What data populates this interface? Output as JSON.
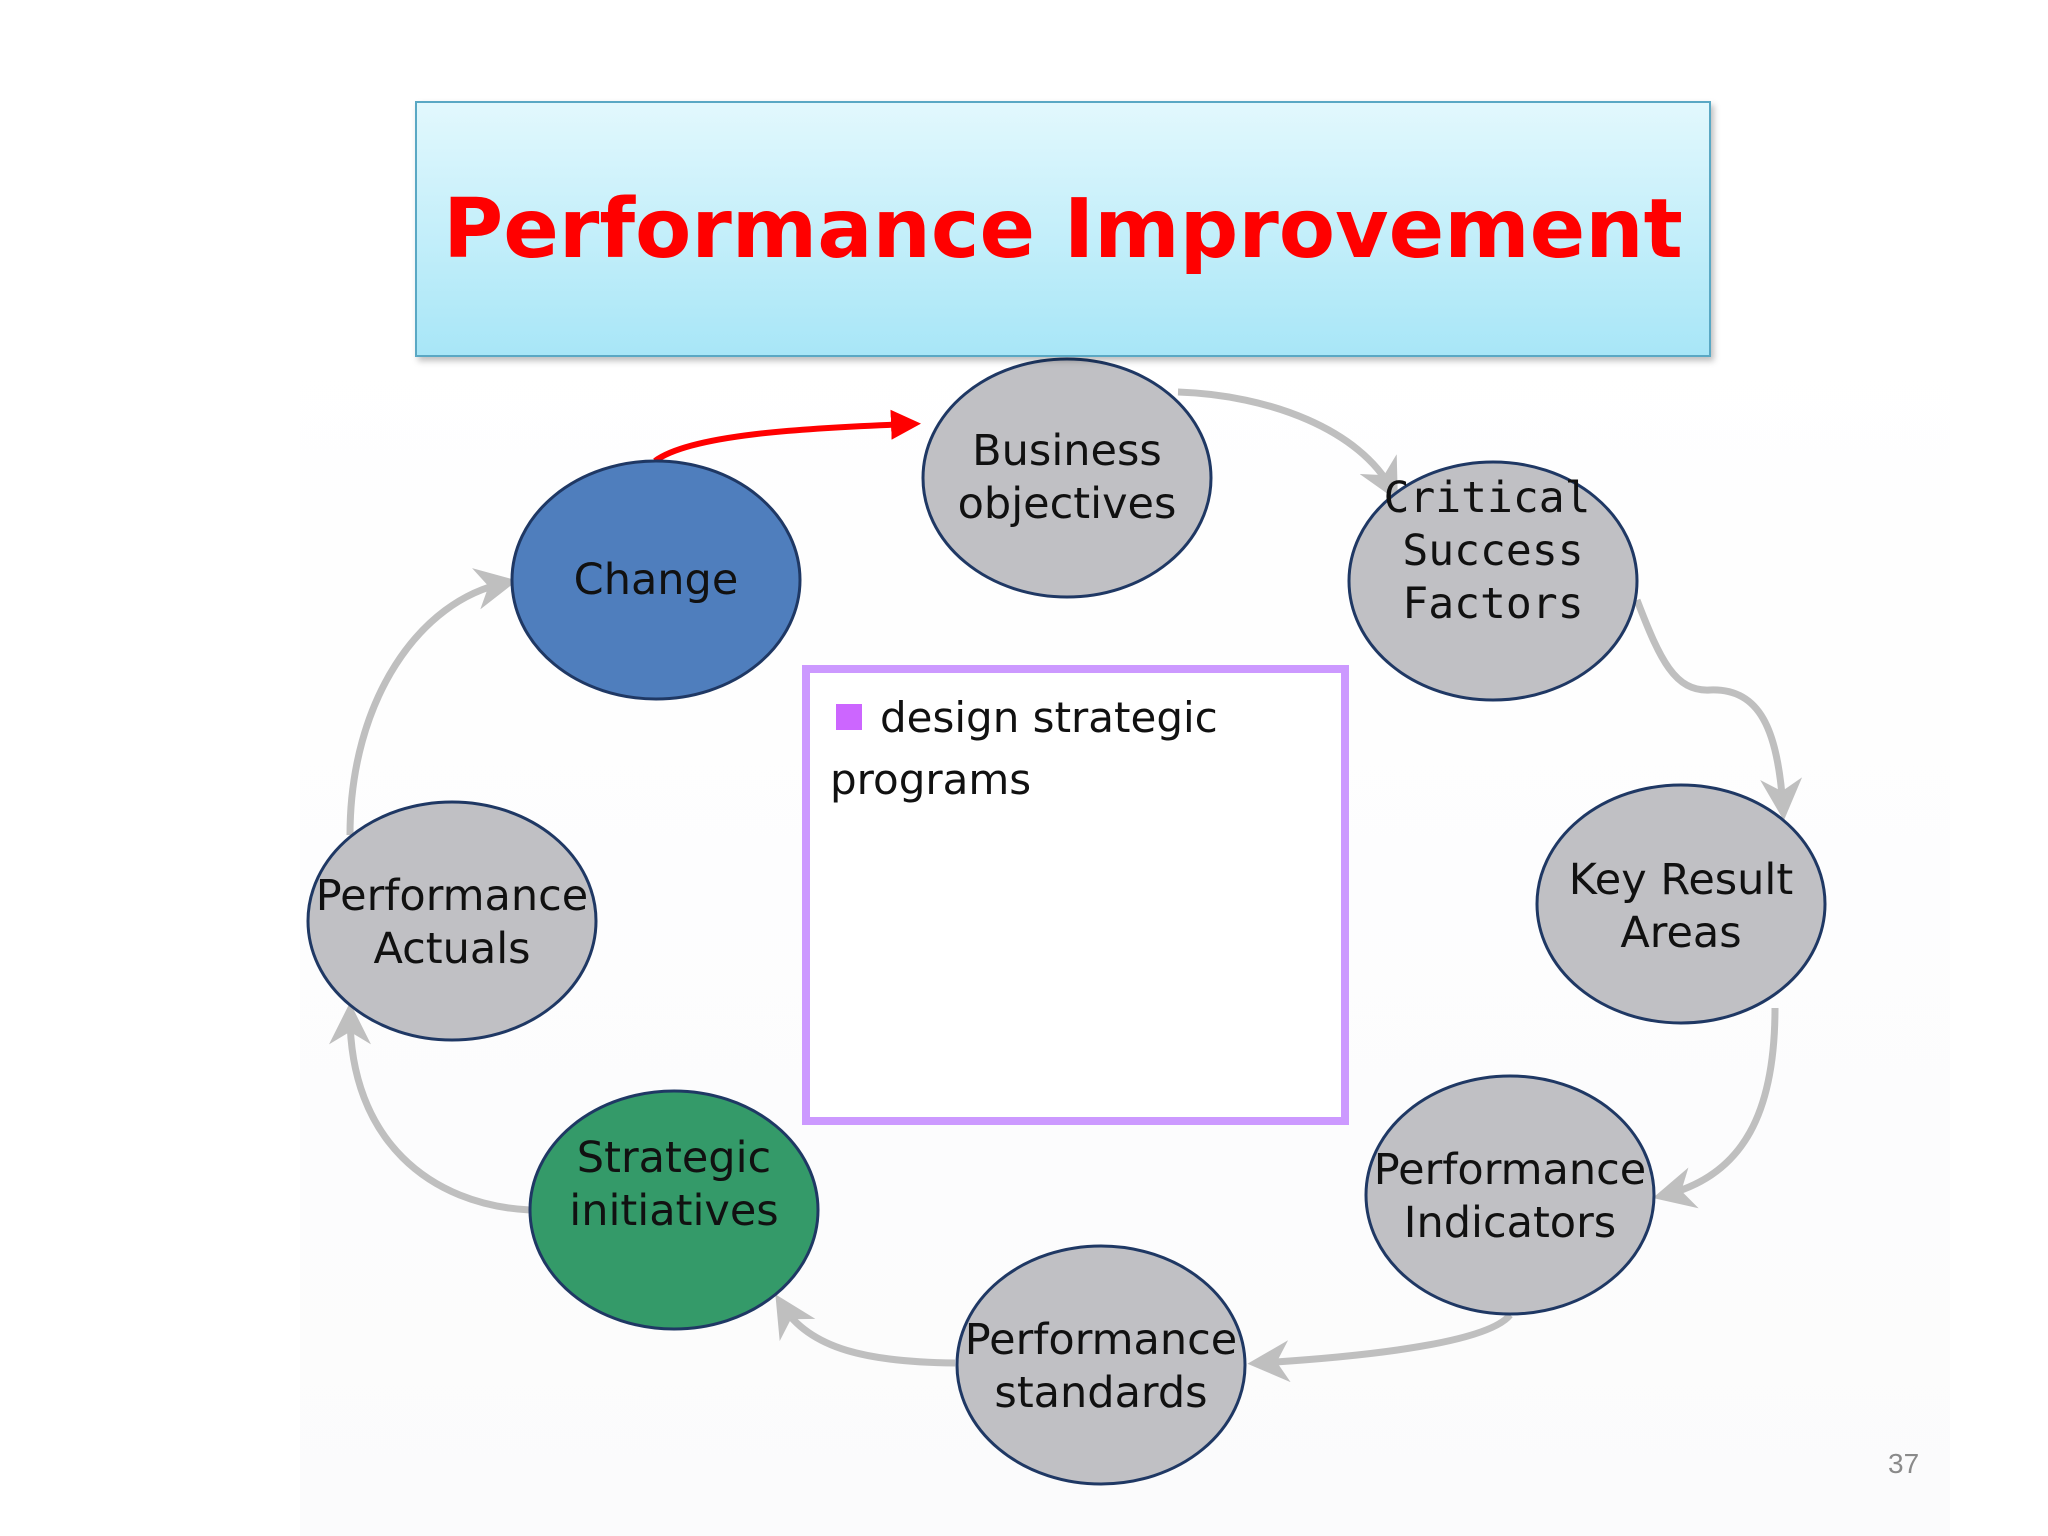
{
  "title": "Performance Improvement",
  "colors": {
    "title_text": "#ff0000",
    "title_box_top": "#e2f8fd",
    "title_box_bottom": "#a8e6f7",
    "node_gray": "#c0c0c4",
    "node_outline": "#1f3864",
    "change_node": "#4f7ebd",
    "strategic_node": "#349a69",
    "arrow_gray": "#bfbfbf",
    "arrow_red": "#ff0000",
    "note_border": "#cc99ff",
    "bullet": "#cc66ff"
  },
  "nodes": [
    {
      "id": "business-objectives",
      "label_lines": [
        "Business",
        "objectives"
      ]
    },
    {
      "id": "critical-success-factors",
      "label_lines": [
        "Critical",
        "Success",
        "Factors"
      ]
    },
    {
      "id": "key-result-areas",
      "label_lines": [
        "Key Result",
        "Areas"
      ]
    },
    {
      "id": "performance-indicators",
      "label_lines": [
        "Performance",
        "Indicators"
      ]
    },
    {
      "id": "performance-standards",
      "label_lines": [
        "Performance",
        "standards"
      ]
    },
    {
      "id": "strategic-initiatives",
      "label_lines": [
        "Strategic",
        "initiatives"
      ]
    },
    {
      "id": "performance-actuals",
      "label_lines": [
        "Performance",
        "Actuals"
      ]
    },
    {
      "id": "change",
      "label_lines": [
        "Change"
      ]
    }
  ],
  "edges": [
    {
      "from": "change",
      "to": "business-objectives",
      "color": "red"
    },
    {
      "from": "business-objectives",
      "to": "critical-success-factors",
      "color": "gray"
    },
    {
      "from": "critical-success-factors",
      "to": "key-result-areas",
      "color": "gray"
    },
    {
      "from": "key-result-areas",
      "to": "performance-indicators",
      "color": "gray"
    },
    {
      "from": "performance-indicators",
      "to": "performance-standards",
      "color": "gray"
    },
    {
      "from": "performance-standards",
      "to": "strategic-initiatives",
      "color": "gray"
    },
    {
      "from": "strategic-initiatives",
      "to": "performance-actuals",
      "color": "gray"
    },
    {
      "from": "performance-actuals",
      "to": "change",
      "color": "gray"
    }
  ],
  "note": {
    "bullet_text_line1": "design strategic",
    "bullet_text_line2": "programs"
  },
  "page_number": "37"
}
